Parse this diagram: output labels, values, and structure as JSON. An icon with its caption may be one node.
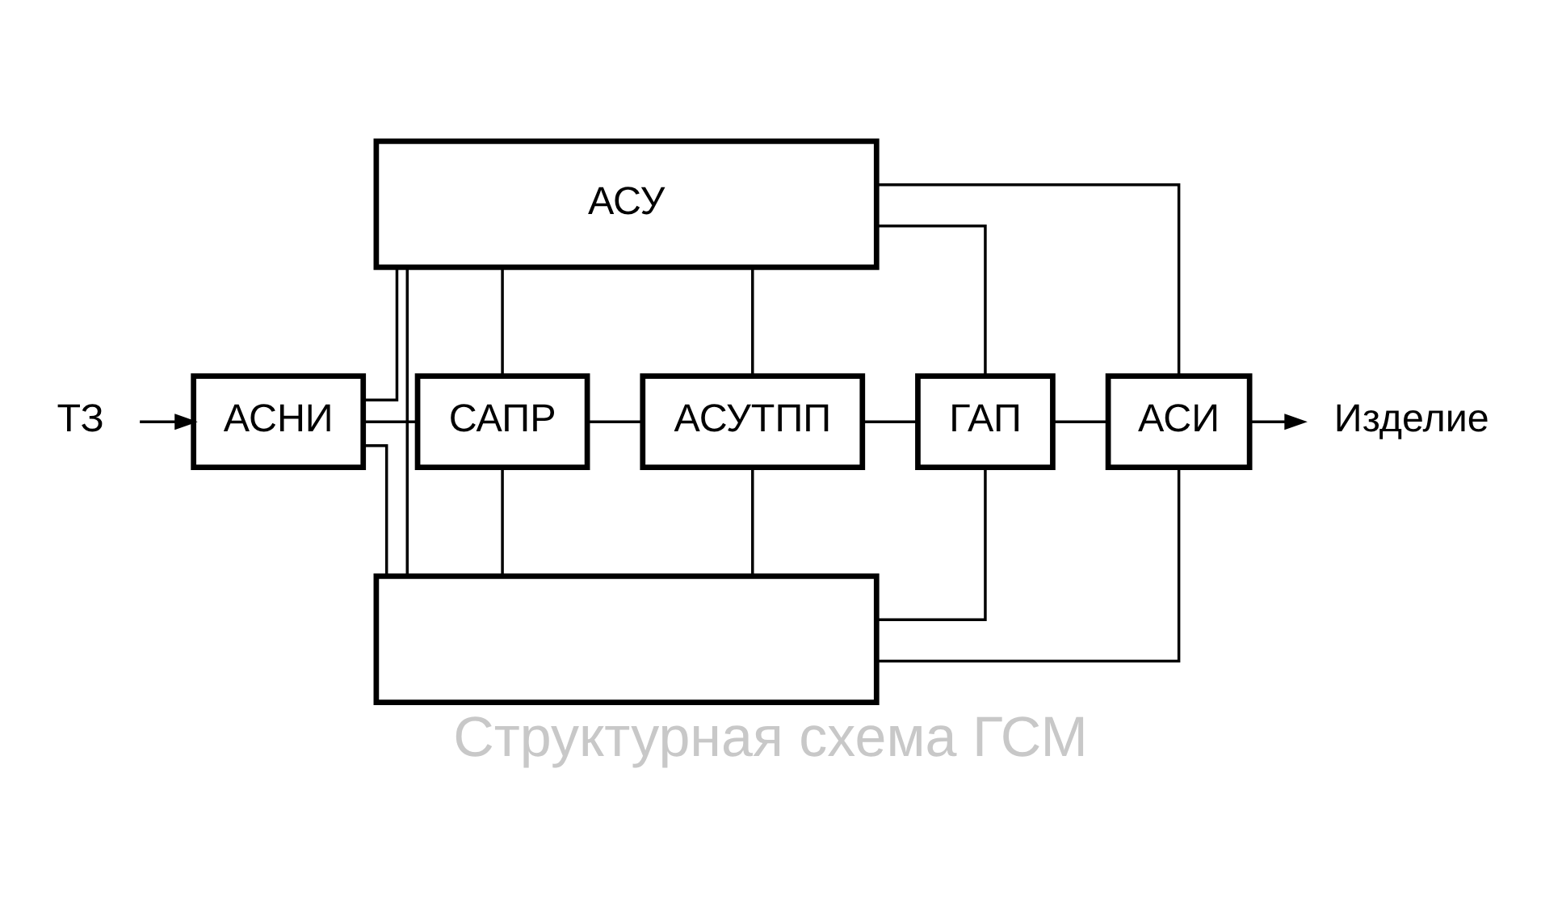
{
  "diagram": {
    "caption": "Структурная схема ГСМ",
    "nodes": [
      {
        "text": [
          "АСУ"
        ]
      },
      {
        "text": [
          "ТЗ"
        ]
      },
      {
        "text": [
          "АСНИ"
        ]
      },
      {
        "text": [
          "САПР"
        ]
      },
      {
        "text": [
          "АСУТПП"
        ]
      },
      {
        "text": [
          "ГАП"
        ]
      },
      {
        "text": [
          "АСИ"
        ]
      },
      {
        "text": [
          "Изделие"
        ]
      },
      {
        "text": [],
        "shape": "box"
      }
    ],
    "edges": [
      {
        "from": 1,
        "to": 2,
        "arrow": "to"
      },
      {
        "from": 2,
        "to": 3,
        "arrow": "none"
      },
      {
        "from": 3,
        "to": 4,
        "arrow": "none"
      },
      {
        "from": 4,
        "to": 5,
        "arrow": "none"
      },
      {
        "from": 5,
        "to": 6,
        "arrow": "none"
      },
      {
        "from": 6,
        "to": 7,
        "arrow": "to"
      },
      {
        "from": 0,
        "to": 2,
        "arrow": "none"
      },
      {
        "from": 0,
        "to": 3,
        "arrow": "none"
      },
      {
        "from": 0,
        "to": 4,
        "arrow": "none"
      },
      {
        "from": 0,
        "to": 5,
        "arrow": "none"
      },
      {
        "from": 0,
        "to": 6,
        "arrow": "none"
      },
      {
        "from": 2,
        "to": 8,
        "arrow": "none"
      },
      {
        "from": 3,
        "to": 8,
        "arrow": "none"
      },
      {
        "from": 4,
        "to": 8,
        "arrow": "none"
      },
      {
        "from": 5,
        "to": 8,
        "arrow": "none"
      },
      {
        "from": 6,
        "to": 8,
        "arrow": "none"
      },
      {
        "from": 0,
        "to": 8,
        "arrow": "none"
      }
    ]
  }
}
